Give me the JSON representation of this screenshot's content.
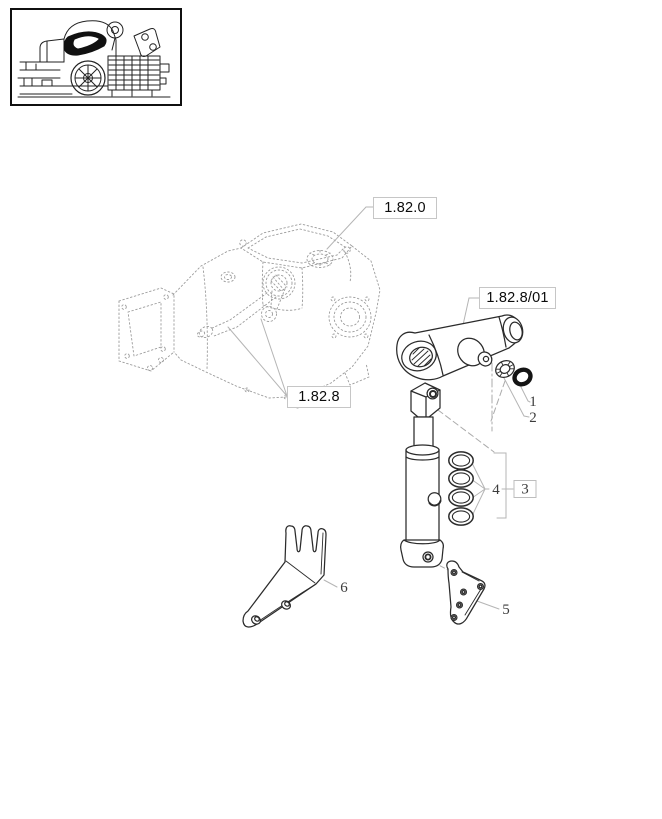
{
  "page": {
    "background": "#ffffff"
  },
  "colors": {
    "part_line": "#2b2b2b",
    "ghost_line": "#9b9b9b",
    "leader_line": "#b5b5b5",
    "label_border": "#c6c6c6",
    "label_text": "#0b0b0b",
    "callout_text": "#3c3c3c"
  },
  "thumbnail": {
    "icon": "tractor-rear-overview-sketch"
  },
  "section_labels": [
    {
      "text": "1.82.0"
    },
    {
      "text": "1.82.8/01"
    },
    {
      "text": "1.82.8"
    }
  ],
  "callouts": [
    {
      "text": "1"
    },
    {
      "text": "2"
    },
    {
      "text": "3"
    },
    {
      "text": "4"
    },
    {
      "text": "5"
    },
    {
      "text": "6"
    }
  ]
}
